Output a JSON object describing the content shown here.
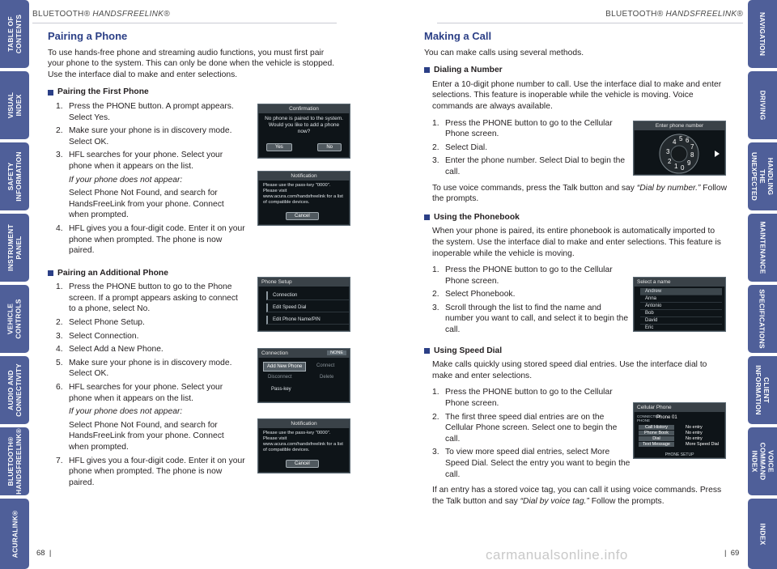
{
  "left_tabs": [
    "TABLE OF\nCONTENTS",
    "VISUAL INDEX",
    "SAFETY\nINFORMATION",
    "INSTRUMENT\nPANEL",
    "VEHICLE\nCONTROLS",
    "AUDIO AND\nCONNECTIVITY",
    "BLUETOOTH®\nHANDSFREELINK®",
    "ACURALINK®"
  ],
  "right_tabs": [
    "NAVIGATION",
    "DRIVING",
    "HANDLING THE\nUNEXPECTED",
    "MAINTENANCE",
    "SPECIFICATIONS",
    "CLIENT\nINFORMATION",
    "VOICE COMMAND\nINDEX",
    "INDEX"
  ],
  "header": {
    "left_prefix": "BLUETOOTH",
    "left_suffix": "® HANDSFREELINK®",
    "right_prefix": "BLUETOOTH",
    "right_suffix": "® HANDSFREELINK®"
  },
  "left": {
    "title": "Pairing a Phone",
    "intro": "To use hands-free phone and streaming audio functions, you must first pair your phone to the system. This can only be done when the vehicle is stopped. Use the interface dial to make and enter selections.",
    "first_heading": "Pairing the First Phone",
    "first_steps": [
      {
        "n": "1.",
        "t": "Press the PHONE button. A prompt appears. Select Yes."
      },
      {
        "n": "2.",
        "t": "Make sure your phone is in discovery mode. Select OK."
      },
      {
        "n": "3.",
        "t": "HFL searches for your phone. Select your phone when it appears on the list."
      },
      {
        "n": "4.",
        "t": "HFL gives you a four-digit code. Enter it on your phone when prompted. The phone is now paired."
      }
    ],
    "first_if": "If your phone does not appear:",
    "first_if_text": "Select Phone Not Found, and search for HandsFreeLink from your phone. Connect when prompted.",
    "additional_heading": "Pairing an Additional Phone",
    "additional_steps": [
      {
        "n": "1.",
        "t": "Press the PHONE button to go to the Phone screen. If a prompt appears asking to connect to a phone, select No."
      },
      {
        "n": "2.",
        "t": "Select Phone Setup."
      },
      {
        "n": "3.",
        "t": "Select Connection."
      },
      {
        "n": "4.",
        "t": "Select Add a New Phone."
      },
      {
        "n": "5.",
        "t": "Make sure your phone is in discovery mode. Select OK."
      },
      {
        "n": "6.",
        "t": "HFL searches for your phone. Select your phone when it appears on the list."
      },
      {
        "n": "7.",
        "t": "HFL gives you a four-digit code. Enter it on your phone when prompted. The phone is now paired."
      }
    ],
    "additional_if": "If your phone does not appear:",
    "additional_if_text": "Select Phone Not Found, and search for HandsFreeLink from your phone. Connect when prompted.",
    "page_number": "68"
  },
  "right": {
    "title": "Making a Call",
    "intro": "You can make calls using several methods.",
    "dial_heading": "Dialing a Number",
    "dial_intro": "Enter a 10-digit phone number to call. Use the interface dial to make and enter selections. This feature is inoperable while the vehicle is moving. Voice commands are always available.",
    "dial_steps": [
      {
        "n": "1.",
        "t": "Press the PHONE button to go to the Cellular Phone screen."
      },
      {
        "n": "2.",
        "t": "Select Dial."
      },
      {
        "n": "3.",
        "t": "Enter the phone number. Select Dial to begin the call."
      }
    ],
    "dial_voice_a": "To use voice commands, press the Talk button and say ",
    "dial_voice_b": "“Dial by number.”",
    "dial_voice_c": " Follow the prompts.",
    "book_heading": "Using the Phonebook",
    "book_intro": "When your phone is paired, its entire phonebook is automatically imported to the system. Use the interface dial to make and enter selections. This feature is inoperable while the vehicle is moving.",
    "book_steps": [
      {
        "n": "1.",
        "t": "Press the PHONE button to go to the Cellular Phone screen."
      },
      {
        "n": "2.",
        "t": "Select Phonebook."
      },
      {
        "n": "3.",
        "t": "Scroll through the list to find the name and number you want to call, and select it to begin the call."
      }
    ],
    "speed_heading": "Using Speed Dial",
    "speed_intro": "Make calls quickly using stored speed dial entries. Use the interface dial to make and enter selections.",
    "speed_steps": [
      {
        "n": "1.",
        "t": "Press the PHONE button to go to the Cellular Phone screen."
      },
      {
        "n": "2.",
        "t": "The first three speed dial entries are on the Cellular Phone screen. Select one to begin the call."
      },
      {
        "n": "3.",
        "t": "To view more speed dial entries, select More Speed Dial. Select the entry you want to begin the call."
      }
    ],
    "speed_voice_a": "If an entry has a stored voice tag, you can call it using voice commands. Press the Talk button and say ",
    "speed_voice_b": "“Dial by voice tag.”",
    "speed_voice_c": " Follow the prompts.",
    "page_number": "69"
  },
  "screens": {
    "confirmation": {
      "title": "Confirmation",
      "text": "No phone is paired to the system. Would you like to add a phone now?",
      "yes": "Yes",
      "no": "No"
    },
    "notification": {
      "title": "Notification",
      "text": "Please use the pass-key \"0000\". Please visit www.acura.com/handsfreelink for a list of compatible devices.",
      "cancel": "Cancel"
    },
    "phone_setup": {
      "title": "Phone Setup",
      "items": [
        "Connection",
        "Edit Speed Dial",
        "Edit Phone Name/PIN"
      ]
    },
    "connection": {
      "title": "Connection",
      "tag": "NONE",
      "add": "Add New Phone",
      "connect": "Connect",
      "disconnect": "Disconnect",
      "delete": "Delete",
      "passkey": "Pass-key"
    },
    "dial": {
      "title": "Enter phone number",
      "digits": [
        "4",
        "5",
        "6",
        "7",
        "3",
        "8",
        "2",
        "1",
        "0",
        "9"
      ]
    },
    "phonebook": {
      "title": "Select a name",
      "names": [
        "Andrew",
        "Anna",
        "Antonio",
        "Bob",
        "David",
        "Eric"
      ]
    },
    "cellular": {
      "title": "Cellular Phone",
      "phone": "Phone 01",
      "connected": "CONNECTED PHONE",
      "menu": [
        "Call History",
        "Phone Book",
        "Dial",
        "Text Message"
      ],
      "entries": [
        "No entry",
        "No entry",
        "No entry",
        "More Speed Dial"
      ],
      "setup": "PHONE SETUP"
    }
  },
  "watermark": "carmanualsonline.info"
}
